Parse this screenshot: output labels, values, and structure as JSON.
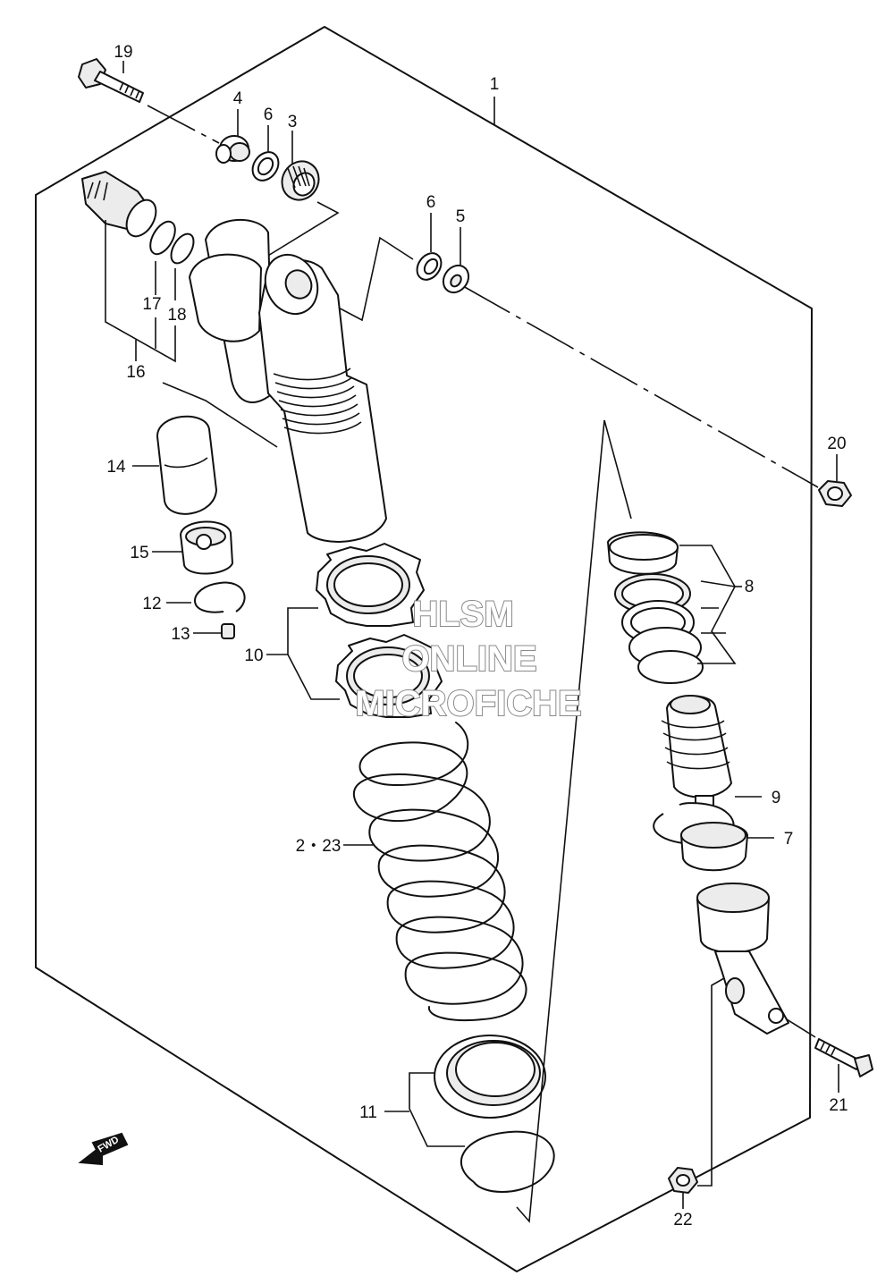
{
  "diagram": {
    "callouts": [
      {
        "id": "c1",
        "label": "1"
      },
      {
        "id": "c19",
        "label": "19"
      },
      {
        "id": "c4",
        "label": "4"
      },
      {
        "id": "c6a",
        "label": "6"
      },
      {
        "id": "c3",
        "label": "3"
      },
      {
        "id": "c6b",
        "label": "6"
      },
      {
        "id": "c5",
        "label": "5"
      },
      {
        "id": "c17",
        "label": "17"
      },
      {
        "id": "c18",
        "label": "18"
      },
      {
        "id": "c16",
        "label": "16"
      },
      {
        "id": "c14",
        "label": "14"
      },
      {
        "id": "c15",
        "label": "15"
      },
      {
        "id": "c12",
        "label": "12"
      },
      {
        "id": "c13",
        "label": "13"
      },
      {
        "id": "c10",
        "label": "10"
      },
      {
        "id": "c20",
        "label": "20"
      },
      {
        "id": "c8",
        "label": "8"
      },
      {
        "id": "c9",
        "label": "9"
      },
      {
        "id": "c7",
        "label": "7"
      },
      {
        "id": "c2_23",
        "label": "2・23"
      },
      {
        "id": "c11",
        "label": "11"
      },
      {
        "id": "c21",
        "label": "21"
      },
      {
        "id": "c22",
        "label": "22"
      }
    ],
    "fwd_label": "FWD"
  },
  "watermark": {
    "line1": "HLSM",
    "line2": "ONLINE",
    "line3": "MICROFICHE"
  }
}
